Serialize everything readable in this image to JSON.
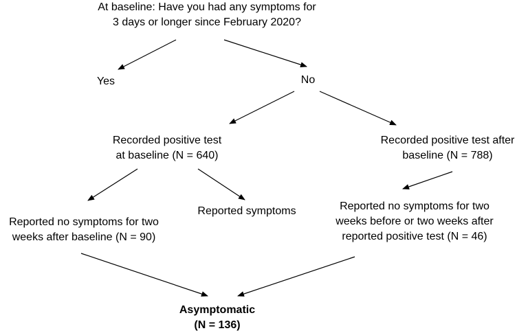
{
  "nodes": {
    "question": [
      "At baseline: Have you had any symptoms for",
      "3 days or longer since February 2020?"
    ],
    "yes": "Yes",
    "no": "No",
    "pos_baseline": [
      "Recorded positive test",
      "at baseline (N = 640)"
    ],
    "pos_after": [
      "Recorded positive test after",
      "baseline (N = 788)"
    ],
    "no_symptoms_baseline": [
      "Reported no symptoms for two",
      "weeks after baseline  (N = 90)"
    ],
    "reported_symptoms": "Reported symptoms",
    "no_symptoms_after": [
      "Reported no symptoms for two",
      "weeks before or two weeks after",
      "reported positive test  (N = 46)"
    ],
    "asymptomatic": [
      "Asymptomatic",
      "(N = 136)"
    ]
  },
  "colors": {
    "text": "#000000",
    "arrow": "#000000",
    "background": "#ffffff"
  }
}
